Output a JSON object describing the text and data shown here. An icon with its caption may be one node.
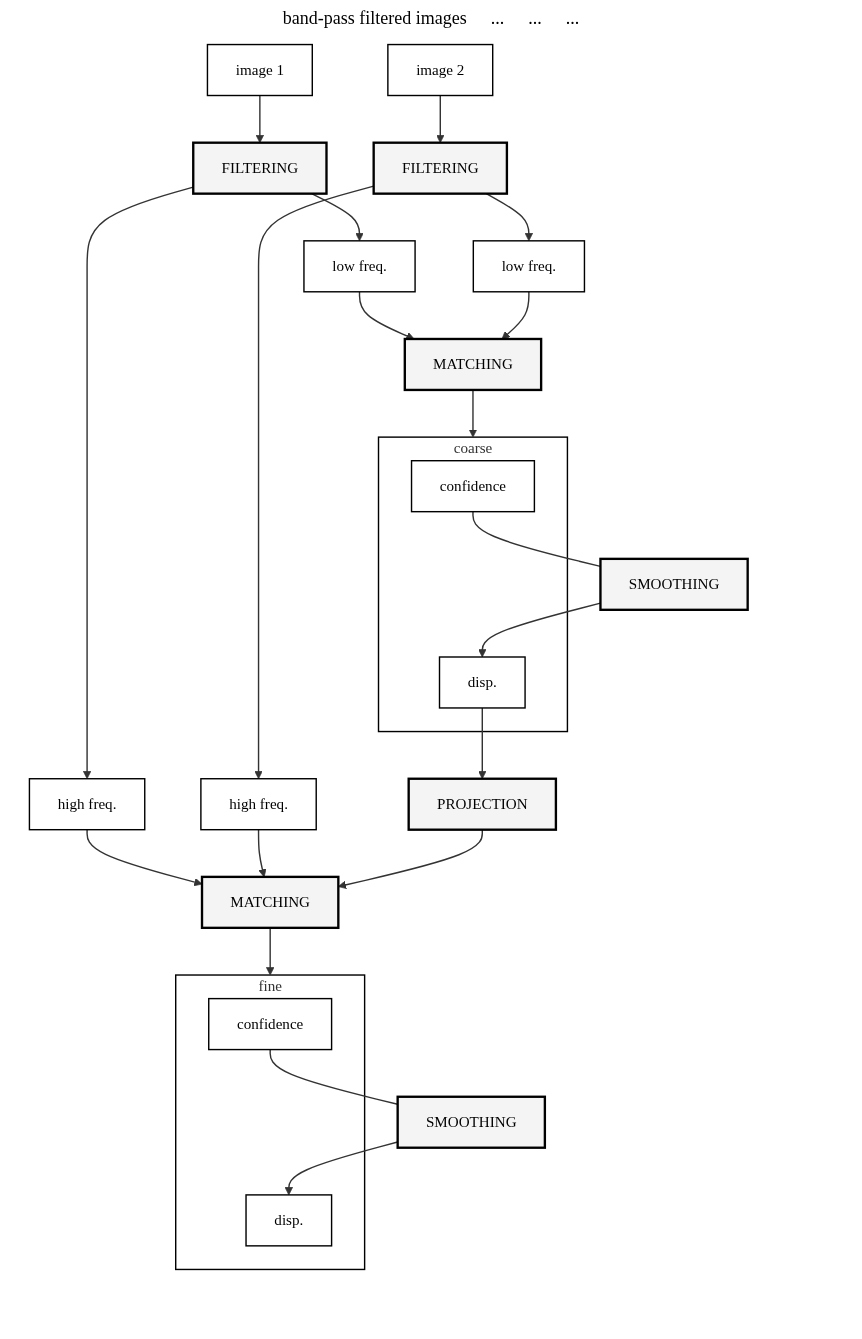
{
  "diagram": {
    "nodes": [
      {
        "text": [
          "image 1"
        ]
      },
      {
        "text": [
          "image 2"
        ]
      },
      {
        "text": [
          "FILTERING"
        ]
      },
      {
        "text": [
          "FILTERING"
        ]
      },
      {
        "text": [
          "low freq."
        ]
      },
      {
        "text": [
          "high freq."
        ]
      },
      {
        "text": [
          "low freq."
        ]
      },
      {
        "text": [
          "high freq."
        ]
      },
      {
        "text": [
          "MATCHING"
        ]
      },
      {
        "text": [
          "MATCHING"
        ]
      },
      {
        "text": [
          "PROJECTION"
        ]
      },
      {
        "text": [
          "coarse"
        ]
      },
      {
        "text": [
          "confidence"
        ],
        "in": 11
      },
      {
        "text": [
          "disp."
        ],
        "in": 11
      },
      {
        "text": [
          "fine"
        ]
      },
      {
        "text": [
          "confidence"
        ],
        "in": 14
      },
      {
        "text": [
          "disp."
        ],
        "in": 14
      },
      {
        "text": [
          "SMOOTHING"
        ]
      },
      {
        "text": [
          "SMOOTHING"
        ]
      }
    ],
    "edges": [
      {
        "from": 0,
        "to": 2,
        "arrow": "to"
      },
      {
        "from": 1,
        "to": 3,
        "arrow": "to"
      },
      {
        "from": 2,
        "to": 4,
        "arrow": "to"
      },
      {
        "from": 2,
        "to": 5,
        "arrow": "to"
      },
      {
        "from": 3,
        "to": 6,
        "arrow": "to"
      },
      {
        "from": 3,
        "to": 7,
        "arrow": "to"
      },
      {
        "from": 4,
        "to": 8,
        "arrow": "to"
      },
      {
        "from": 6,
        "to": 8,
        "arrow": "to"
      },
      {
        "from": 5,
        "to": 9,
        "arrow": "to"
      },
      {
        "from": 7,
        "to": 9,
        "arrow": "to"
      },
      {
        "from": 8,
        "to": 11,
        "arrow": "to"
      },
      {
        "from": 9,
        "to": 14,
        "arrow": "to"
      },
      {
        "from": 13,
        "to": 10,
        "arrow": "to"
      },
      {
        "from": 10,
        "to": 9,
        "arrow": "to"
      },
      {
        "from": 12,
        "to": 17,
        "arrow": "none"
      },
      {
        "from": 17,
        "to": 13,
        "arrow": "to"
      },
      {
        "from": 15,
        "to": 18,
        "arrow": "none"
      },
      {
        "from": 18,
        "to": 16,
        "arrow": "to"
      }
    ],
    "labels": [
      "band-pass filtered images",
      "...",
      "...",
      "..."
    ]
  }
}
